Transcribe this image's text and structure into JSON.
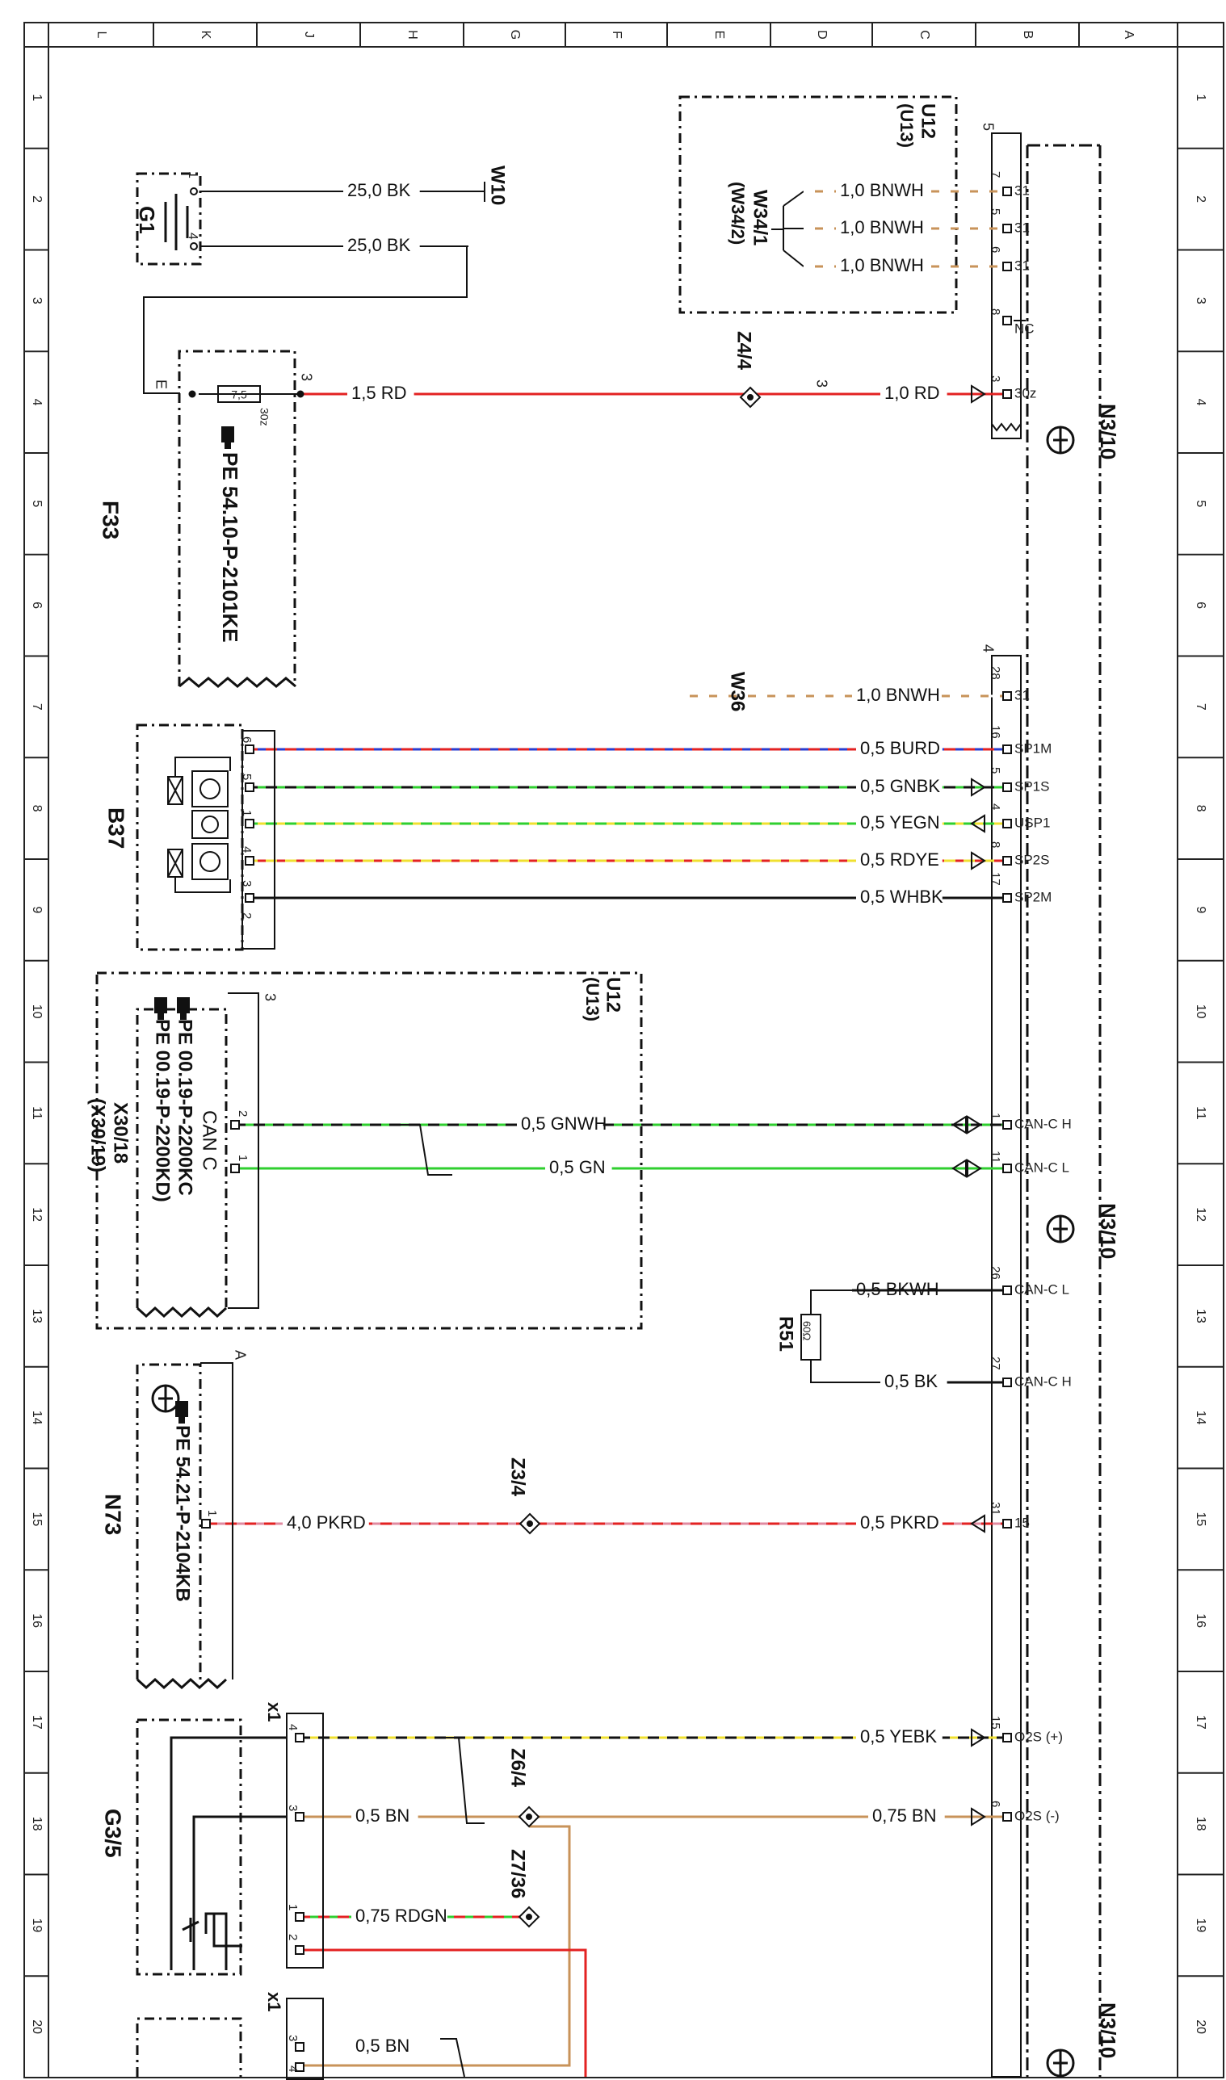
{
  "frame": {
    "columns": [
      "L",
      "K",
      "J",
      "H",
      "G",
      "F",
      "E",
      "D",
      "C",
      "B",
      "A"
    ],
    "rows": [
      "1",
      "2",
      "3",
      "4",
      "5",
      "6",
      "7",
      "8",
      "9",
      "10",
      "11",
      "12",
      "13",
      "14",
      "15",
      "16",
      "17",
      "18",
      "19",
      "20"
    ]
  },
  "components": {
    "g1": "G1",
    "w10": "W10",
    "f33": "F33",
    "f33_ref": "PE 54.10-P-2101KE",
    "u12_top": "U12",
    "u12_top_alt": "(U13)",
    "w34": "W34/1",
    "w34_alt": "(W34/2)",
    "z4": "Z4/4",
    "n310_a": "N3/10",
    "w36": "W36",
    "b37": "B37",
    "u12_mid": "U12",
    "u12_mid_alt": "(U13)",
    "pe_ref1": "PE 00.19-P-2200KC",
    "pe_ref2": "PE 00.19-P-2200KD)",
    "x30": "X30/18",
    "x30_alt": "(X30/19)",
    "can_c": "CAN C",
    "n310_b": "N3/10",
    "r51": "R51",
    "r51_value": "60Ω",
    "n73": "N73",
    "n73_ref": "PE 54.21-P-2104KB",
    "z3": "Z3/4",
    "g35": "G3/5",
    "x1_a": "x1",
    "x1_b": "x1",
    "z6": "Z6/4",
    "z7": "Z7/36",
    "n310_c": "N3/10"
  },
  "wires": {
    "w_25bk_1": "25,0 BK",
    "w_25bk_2": "25,0 BK",
    "w_15rd": "1,5 RD",
    "w_10rd": "1,0 RD",
    "w_bnwh_1": "1,0 BNWH",
    "w_bnwh_2": "1,0 BNWH",
    "w_bnwh_3": "1,0 BNWH",
    "w_bnwh_4": "1,0 BNWH",
    "w_burd": "0,5 BURD",
    "w_gnbk": "0,5 GNBK",
    "w_yegn": "0,5 YEGN",
    "w_rdye": "0,5 RDYE",
    "w_whbk": "0,5 WHBK",
    "w_gnwh": "0,5 GNWH",
    "w_gn": "0,5 GN",
    "w_bkwh": "0,5 BKWH",
    "w_bk": "0,5 BK",
    "w_40pkrd": "4,0 PKRD",
    "w_05pkrd": "0,5 PKRD",
    "w_yebk": "0,5 YEBK",
    "w_05bn_1": "0,5 BN",
    "w_075bn": "0,75 BN",
    "w_rdgn": "0,75 RDGN",
    "w_05bn_2": "0,5 BN"
  },
  "pins": {
    "p31_1": "31",
    "p31_2": "31",
    "p31_3": "31",
    "pnc": "NC",
    "p30z": "30z",
    "p31_w36": "31",
    "psp1m": "SP1M",
    "psp1s": "SP1S",
    "pusp1": "USP1",
    "psp2s": "SP2S",
    "psp2m": "SP2M",
    "pcanch": "CAN-C H",
    "pcancl": "CAN-C L",
    "pcancl2": "CAN-C L",
    "pcanch2": "CAN-C H",
    "p15": "15",
    "po2sp": "O2S (+)",
    "po2sm": "O2S (-)",
    "fuse_val": "7,5",
    "fuse_30z": "30z",
    "n_7": "7",
    "n_5": "5",
    "n_6": "6",
    "n_8": "8",
    "n_3": "3",
    "n_28": "28",
    "n_16": "16",
    "n_5b": "5",
    "n_4": "4",
    "n_8b": "8",
    "n_17": "17",
    "n_1": "1",
    "n_11": "11",
    "n_26": "26",
    "n_27": "27",
    "n_31": "31",
    "n_15": "15",
    "n_6b": "6",
    "conn_5": "5",
    "conn_4": "4",
    "conn_3": "3",
    "conn_A": "A",
    "conn_E": "E",
    "conn_3f": "3",
    "g1_1": "1",
    "g1_4": "4",
    "b37_6": "6",
    "b37_5": "5",
    "b37_1": "1",
    "b37_4": "4",
    "b37_3": "3",
    "b37_2": "2",
    "x30_2": "2",
    "x30_1": "1",
    "n73_1": "1",
    "g35_4": "4",
    "g35_3": "3",
    "g35_1": "1",
    "g35_2": "2",
    "g35b_3": "3",
    "g35b_4": "4"
  },
  "colors": {
    "red": "#e32222",
    "black": "#111111",
    "brown": "#c8935a",
    "blue": "#2a3ccf",
    "green": "#2fcf2f",
    "yellow": "#f0e030",
    "pink": "#e08aa0",
    "white": "#ffffff"
  }
}
